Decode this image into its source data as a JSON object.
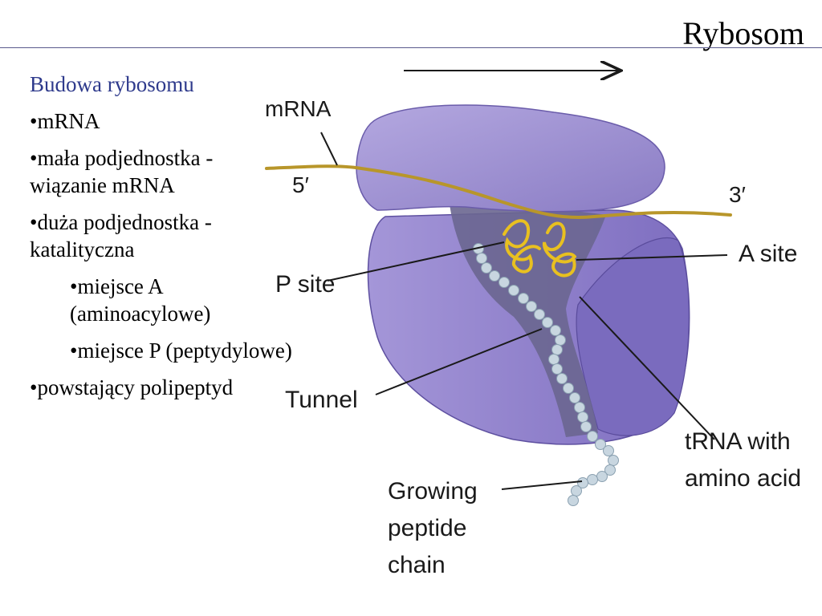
{
  "slide": {
    "title": "Rybosom"
  },
  "bullets": {
    "heading": "Budowa rybosomu",
    "items": [
      "•mRNA",
      "•mała podjednostka - wiązanie mRNA",
      "•duża podjednostka - katalityczna",
      "•miejsce A (aminoacylowe)",
      "•miejsce P (peptydylowe)",
      "•powstający polipeptyd"
    ]
  },
  "diagram": {
    "labels": {
      "mrna": "mRNA",
      "five_prime": "5′",
      "three_prime": "3′",
      "a_site": "A site",
      "p_site": "P site",
      "tunnel": "Tunnel",
      "trna_line1": "tRNA with",
      "trna_line2": "amino acid",
      "peptide_line1": "Growing",
      "peptide_line2": "peptide",
      "peptide_line3": "chain"
    },
    "colors": {
      "subunit": "#9a8cce",
      "subunit_dark": "#6e5fb0",
      "tunnel": "#6a6690",
      "mrna": "#b8962a",
      "trna": "#e8c020",
      "peptide": "#c8d6e0"
    }
  }
}
